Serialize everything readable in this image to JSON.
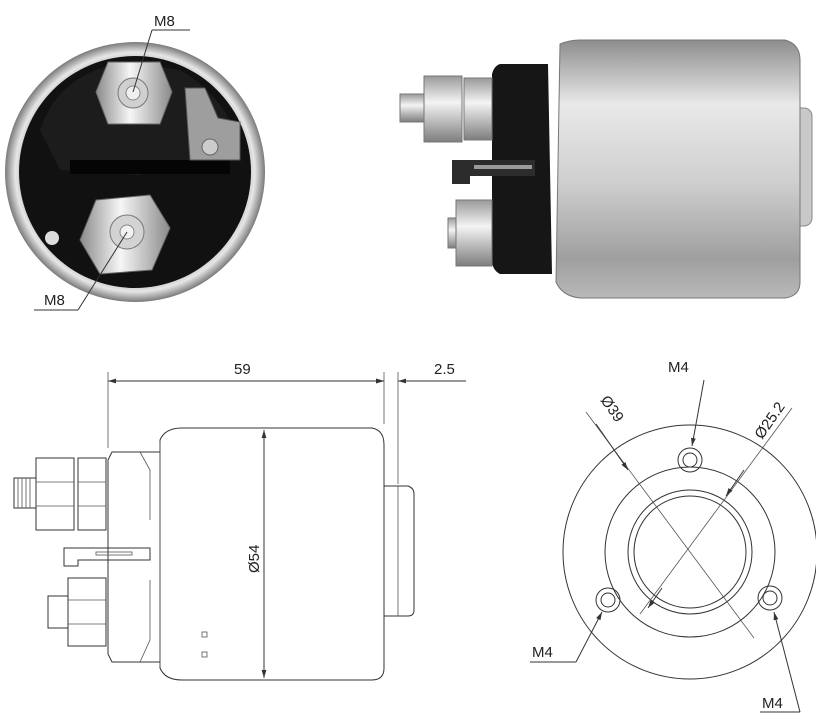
{
  "photos": {
    "end_view": {
      "label_top": "M8",
      "label_bottom": "M8"
    },
    "side_view": {}
  },
  "drawing": {
    "side": {
      "length": "59",
      "offset": "2.5",
      "diameter": "Ø54"
    },
    "end": {
      "outer_diameter": "Ø39",
      "bolt_circle": "Ø25.2",
      "hole_top": "M4",
      "hole_left": "M4",
      "hole_right": "M4"
    }
  }
}
